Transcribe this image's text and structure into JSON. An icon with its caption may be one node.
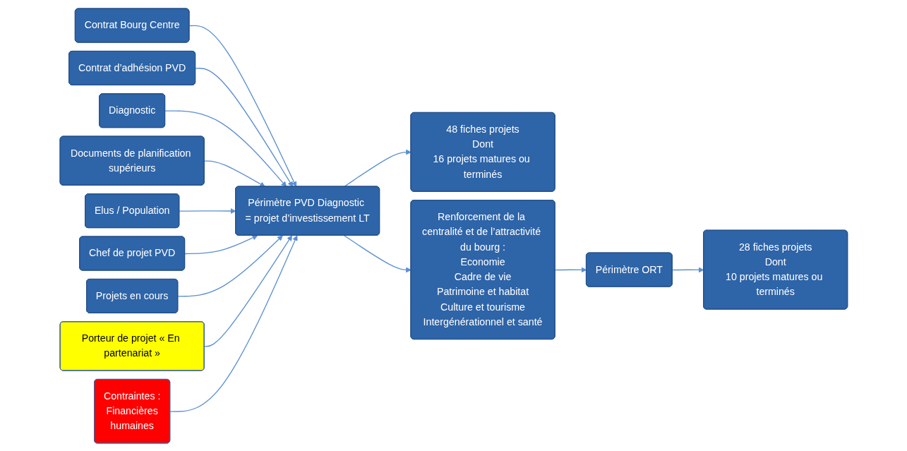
{
  "diagram": {
    "nodes": [
      {
        "text": [
          "Contrat Bourg Centre"
        ]
      },
      {
        "text": [
          "Contrat d’adhésion PVD"
        ]
      },
      {
        "text": [
          "Diagnostic"
        ]
      },
      {
        "text": [
          "Documents de planification supérieurs"
        ]
      },
      {
        "text": [
          "Elus / Population"
        ]
      },
      {
        "text": [
          "Chef de projet PVD"
        ]
      },
      {
        "text": [
          "Projets en cours"
        ]
      },
      {
        "text": [
          "Porteur de projet « En partenariat »"
        ]
      },
      {
        "text": [
          "Contraintes :",
          "Financières",
          "humaines"
        ]
      },
      {
        "text": [
          "Périmètre PVD Diagnostic = projet d’investissement LT"
        ]
      },
      {
        "text": [
          "48 fiches projets",
          "Dont",
          "16 projets matures ou terminés"
        ]
      },
      {
        "text": [
          "Renforcement de la centralité et de l’attractivité du bourg :",
          "Economie",
          "Cadre de vie",
          "Patrimoine et habitat",
          "Culture et tourisme",
          "Intergénérationnel et santé"
        ]
      },
      {
        "text": [
          "Périmètre ORT"
        ]
      },
      {
        "text": [
          "28 fiches projets",
          "Dont",
          "10 projets matures ou terminés"
        ]
      }
    ],
    "edges": [
      {
        "from": 0,
        "to": 9,
        "arrow": "to"
      },
      {
        "from": 1,
        "to": 9,
        "arrow": "to"
      },
      {
        "from": 2,
        "to": 9,
        "arrow": "to"
      },
      {
        "from": 3,
        "to": 9,
        "arrow": "to"
      },
      {
        "from": 4,
        "to": 9,
        "arrow": "to"
      },
      {
        "from": 5,
        "to": 9,
        "arrow": "to"
      },
      {
        "from": 6,
        "to": 9,
        "arrow": "to"
      },
      {
        "from": 7,
        "to": 9,
        "arrow": "to"
      },
      {
        "from": 8,
        "to": 9,
        "arrow": "to"
      },
      {
        "from": 9,
        "to": 10,
        "arrow": "to"
      },
      {
        "from": 9,
        "to": 11,
        "arrow": "to"
      },
      {
        "from": 11,
        "to": 12,
        "arrow": "to"
      },
      {
        "from": 12,
        "to": 13,
        "arrow": "to"
      }
    ]
  }
}
